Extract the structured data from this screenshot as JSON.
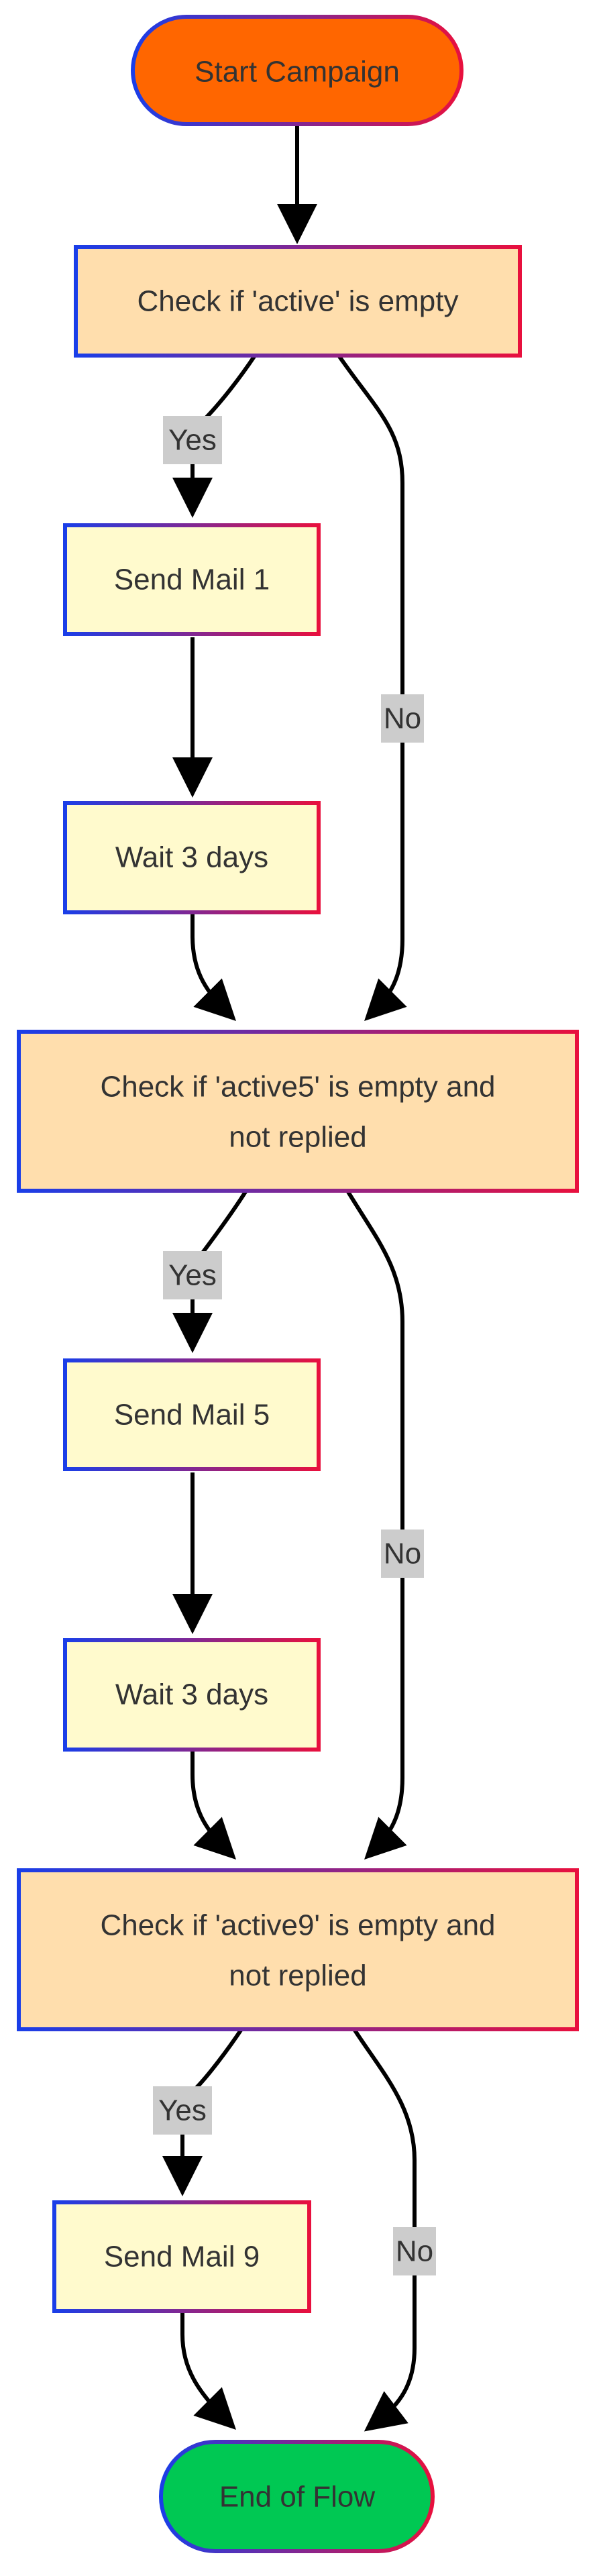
{
  "colors": {
    "start_fill": "#ff6600",
    "decision_fill": "#ffdead",
    "action_fill": "#fffacd",
    "end_fill": "#00c853",
    "label_bg": "#cccccc",
    "border_gradient_start": "#1a3ee8",
    "border_gradient_end": "#e8103e"
  },
  "nodes": {
    "start": "Start Campaign",
    "check_active": "Check if 'active' is empty",
    "send_mail_1": "Send Mail 1",
    "wait_1": "Wait 3 days",
    "check_active5_line1": "Check if 'active5' is empty and",
    "check_active5_line2": "not replied",
    "send_mail_5": "Send Mail 5",
    "wait_2": "Wait 3 days",
    "check_active9_line1": "Check if 'active9' is empty and",
    "check_active9_line2": "not replied",
    "send_mail_9": "Send Mail 9",
    "end": "End of Flow"
  },
  "edges": {
    "yes_1": "Yes",
    "no_1": "No",
    "yes_2": "Yes",
    "no_2": "No",
    "yes_3": "Yes",
    "no_3": "No"
  }
}
